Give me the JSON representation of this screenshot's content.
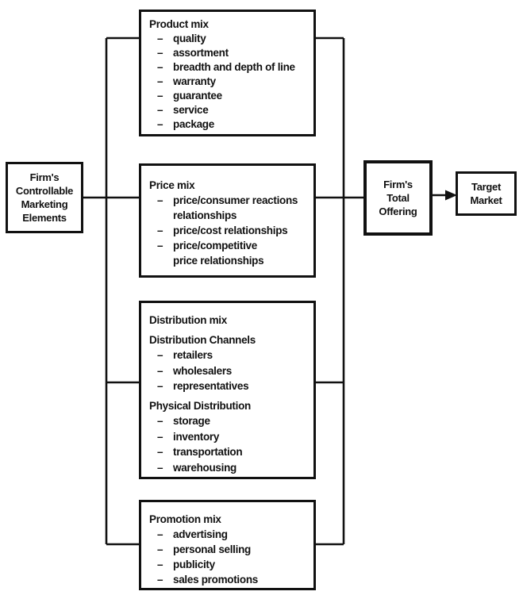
{
  "colors": {
    "ink": "#111111",
    "paper": "#ffffff"
  },
  "bullet": "–",
  "left_box": {
    "lines": [
      "Firm's",
      "Controllable",
      "Marketing",
      "Elements"
    ]
  },
  "product": {
    "title": "Product mix",
    "items": [
      "quality",
      "assortment",
      "breadth and depth of line",
      "warranty",
      "guarantee",
      "service",
      "package"
    ]
  },
  "price": {
    "title": "Price mix",
    "items": [
      "price/consumer reactions\nrelationships",
      "price/cost relationships",
      "price/competitive\nprice relationships"
    ]
  },
  "distribution": {
    "title": "Distribution mix",
    "channels": {
      "heading": "Distribution Channels",
      "items": [
        "retailers",
        "wholesalers",
        "representatives"
      ]
    },
    "physical": {
      "heading": "Physical Distribution",
      "items": [
        "storage",
        "inventory",
        "transportation",
        "warehousing"
      ]
    }
  },
  "promotion": {
    "title": "Promotion mix",
    "items": [
      "advertising",
      "personal selling",
      "publicity",
      "sales promotions"
    ]
  },
  "total_offering": {
    "lines": [
      "Firm's",
      "Total",
      "Offering"
    ]
  },
  "target_market": {
    "lines": [
      "Target",
      "Market"
    ]
  }
}
